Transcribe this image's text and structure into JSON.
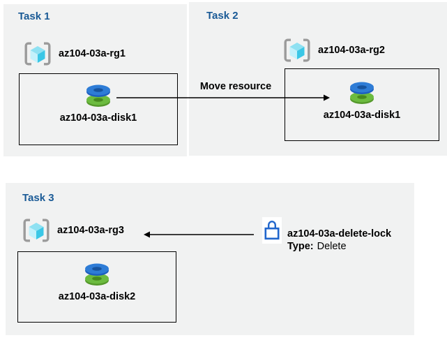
{
  "colors": {
    "panel_bg": "#f1f2f2",
    "title_blue": "#1a5a96",
    "text_black": "#000000",
    "box_border": "#000000",
    "arrow": "#000000",
    "lock_blue": "#2066cc",
    "bracket_gray": "#9b9b9b",
    "cube_top": "#8fe1f2",
    "cube_left": "#c3f1fb",
    "cube_right": "#3ac7e6",
    "disk_blue_top": "#2e7cd6",
    "disk_blue_side": "#1d5fc0",
    "disk_blue_hole": "#17549f",
    "disk_green_top": "#6cbb3f",
    "disk_green_side": "#55992c",
    "disk_green_hole": "#47891f"
  },
  "tasks": [
    {
      "title": "Task 1",
      "resource_group": "az104-03a-rg1",
      "disk": "az104-03a-disk1"
    },
    {
      "title": "Task 2",
      "resource_group": "az104-03a-rg2",
      "disk": "az104-03a-disk1"
    },
    {
      "title": "Task 3",
      "resource_group": "az104-03a-rg3",
      "disk": "az104-03a-disk2"
    }
  ],
  "move_arrow": {
    "label": "Move resource"
  },
  "delete_lock": {
    "name": "az104-03a-delete-lock",
    "type_label": "Type:",
    "type_value": "Delete"
  },
  "icons": {
    "resource_group": "azure-resource-group-icon",
    "disk": "azure-managed-disk-icon",
    "lock": "lock-icon"
  }
}
